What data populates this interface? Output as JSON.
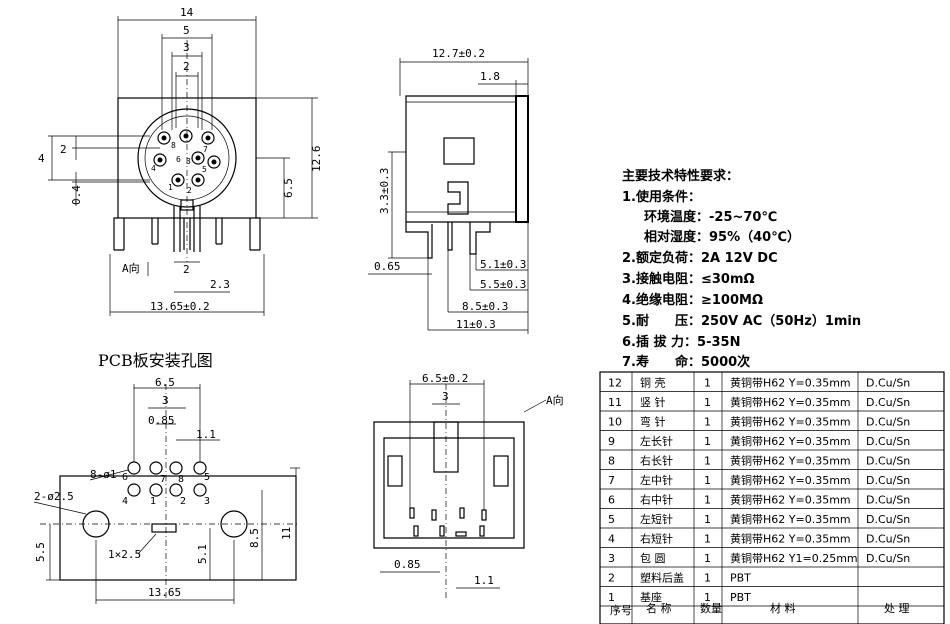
{
  "front_view": {
    "dims": [
      "14",
      "5",
      "3",
      "2",
      "2",
      "4",
      "0.4",
      "12.6",
      "6.5",
      "2",
      "2.3",
      "13.65±0.2"
    ],
    "pin_labels": [
      "8",
      "6",
      "7",
      "3",
      "5",
      "4",
      "1",
      "2"
    ],
    "direction": "A向"
  },
  "side_view": {
    "dims": [
      "12.7±0.2",
      "1.8",
      "3.3±0.3",
      "0.65",
      "5.1±0.3",
      "5.5±0.3",
      "8.5±0.3",
      "11±0.3"
    ]
  },
  "pcb_view": {
    "title": "PCB板安装孔图",
    "dims": [
      "6.5",
      "3",
      "0.85",
      "1.1",
      "8-ø1",
      "2-ø2.5",
      "5.5",
      "1×2.5",
      "5.1",
      "8.5",
      "11",
      "13.65"
    ],
    "pin_labels": [
      "6",
      "7",
      "8",
      "5",
      "4",
      "1",
      "2",
      "3"
    ]
  },
  "bottom_view": {
    "dims": [
      "6.5±0.2",
      "3",
      "0.85",
      "1.1"
    ],
    "direction": "A向"
  },
  "specs": {
    "title": "主要技术特性要求：",
    "items": [
      "1.使用条件：",
      "环境温度：-25~70℃",
      "相对湿度：95%（40℃）",
      "2.额定负荷：2A 12V DC",
      "3.接触电阻：≤30mΩ",
      "4.绝缘电阻：≥100MΩ",
      "5.耐　　压：250V AC（50Hz）1min",
      "6.插 拔 力：5-35N",
      "7.寿　　命：5000次"
    ]
  },
  "bom": {
    "headers": [
      "序号",
      "名 称",
      "数量",
      "材 料",
      "处 理"
    ],
    "rows": [
      [
        "12",
        "铜 壳",
        "1",
        "黄铜带H62 Y=0.35mm",
        "D.Cu/Sn"
      ],
      [
        "11",
        "竖 针",
        "1",
        "黄铜带H62 Y=0.35mm",
        "D.Cu/Sn"
      ],
      [
        "10",
        "弯 针",
        "1",
        "黄铜带H62 Y=0.35mm",
        "D.Cu/Sn"
      ],
      [
        "9",
        "左长针",
        "1",
        "黄铜带H62 Y=0.35mm",
        "D.Cu/Sn"
      ],
      [
        "8",
        "右长针",
        "1",
        "黄铜带H62 Y=0.35mm",
        "D.Cu/Sn"
      ],
      [
        "7",
        "左中针",
        "1",
        "黄铜带H62 Y=0.35mm",
        "D.Cu/Sn"
      ],
      [
        "6",
        "右中针",
        "1",
        "黄铜带H62 Y=0.35mm",
        "D.Cu/Sn"
      ],
      [
        "5",
        "左短针",
        "1",
        "黄铜带H62 Y=0.35mm",
        "D.Cu/Sn"
      ],
      [
        "4",
        "右短针",
        "1",
        "黄铜带H62 Y=0.35mm",
        "D.Cu/Sn"
      ],
      [
        "3",
        "包 圆",
        "1",
        "黄铜带H62 Y1=0.25mm",
        "D.Cu/Sn"
      ],
      [
        "2",
        "塑料后盖",
        "1",
        "PBT",
        ""
      ],
      [
        "1",
        "基座",
        "1",
        "PBT",
        ""
      ]
    ]
  }
}
